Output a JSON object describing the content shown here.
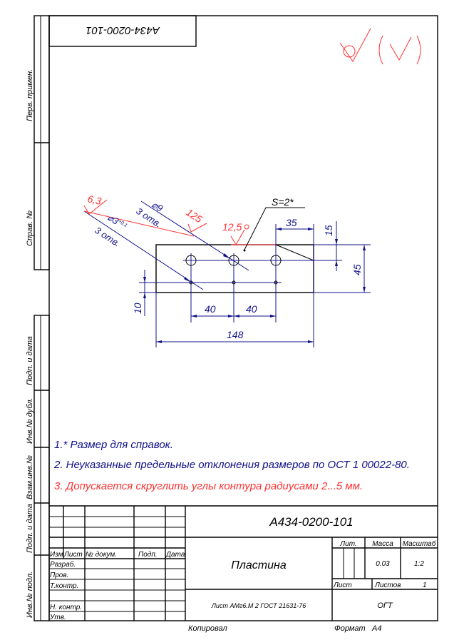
{
  "side_labels": [
    "Перв. примен.",
    "Справ. №",
    "Подп. и дата",
    "Инв.№ дубл.",
    "Взам.инв.№",
    "Подп. и дата",
    "Инв.№ подл."
  ],
  "top_code": "А434-0200-101",
  "colors": {
    "dimension": "#10108a",
    "roughness": "#ff3030",
    "outline": "#000000"
  },
  "drawing": {
    "roughness_63": "6,3",
    "hole_small": "⌀3",
    "hole_small_tol": "+0,1",
    "hole_small_count": "3 отв.",
    "hole_large": "⌀9",
    "hole_large_count": "3 отв.",
    "roughness_125a": "125",
    "roughness_125b": "12,5",
    "thickness": "S=2*",
    "dim_35": "35",
    "dim_15": "15",
    "dim_45": "45",
    "dim_10": "10",
    "dim_40a": "40",
    "dim_40b": "40",
    "dim_148": "148"
  },
  "notes": [
    "1.* Размер для справок.",
    "2. Неуказанные предельные отклонения размеров по ОСТ 1 00022-80.",
    "3. Допускается скруглить углы контура радиусами 2...5 мм."
  ],
  "title_block": {
    "code": "А434-0200-101",
    "name": "Пластина",
    "material": "Лист АМг6.М 2 ГОСТ 21631-76",
    "headers": {
      "izm": "Изм.",
      "list": "Лист",
      "doc": "№ докум.",
      "sign": "Подп.",
      "date": "Дата"
    },
    "roles": [
      "Разраб.",
      "Пров.",
      "Т.контр.",
      "",
      "Н. контр.",
      "Утв."
    ],
    "lit_label": "Лит.",
    "mass_label": "Масса",
    "scale_label": "Масштаб",
    "mass": "0.03",
    "scale": "1:2",
    "sheet_label": "Лист",
    "sheets_label": "Листов",
    "sheets": "1",
    "org": "ОГТ"
  },
  "footer": {
    "copied": "Копировал",
    "format_label": "Формат",
    "format": "А4"
  }
}
